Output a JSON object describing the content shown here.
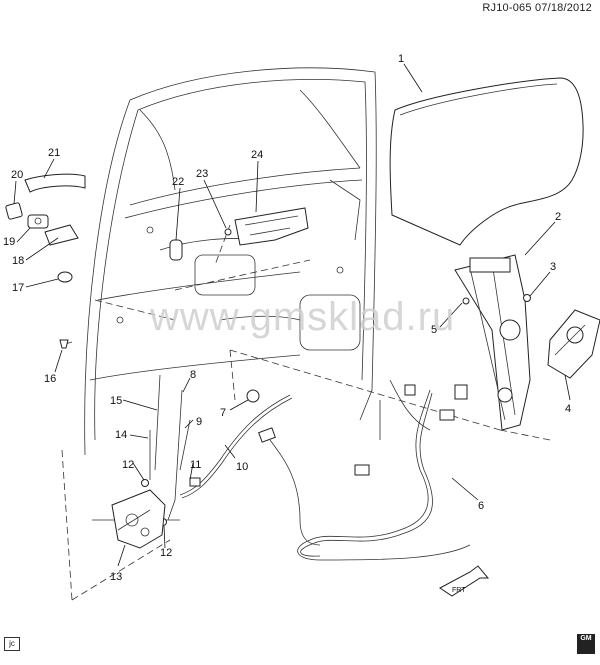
{
  "header": {
    "ref": "RJ10-065",
    "date": "07/18/2012"
  },
  "watermark": "www.gmsklad.ru",
  "footer": {
    "corner_mark": "jc",
    "brand": "GM"
  },
  "parts": [
    {
      "num": "1"
    },
    {
      "num": "2"
    },
    {
      "num": "3"
    },
    {
      "num": "4"
    },
    {
      "num": "5"
    },
    {
      "num": "6"
    },
    {
      "num": "7"
    },
    {
      "num": "8"
    },
    {
      "num": "9"
    },
    {
      "num": "10"
    },
    {
      "num": "11"
    },
    {
      "num": "12"
    },
    {
      "num": "12"
    },
    {
      "num": "13"
    },
    {
      "num": "14"
    },
    {
      "num": "15"
    },
    {
      "num": "16"
    },
    {
      "num": "17"
    },
    {
      "num": "18"
    },
    {
      "num": "19"
    },
    {
      "num": "20"
    },
    {
      "num": "21"
    },
    {
      "num": "22"
    },
    {
      "num": "23"
    },
    {
      "num": "24"
    }
  ],
  "fwd_label": "FRT"
}
